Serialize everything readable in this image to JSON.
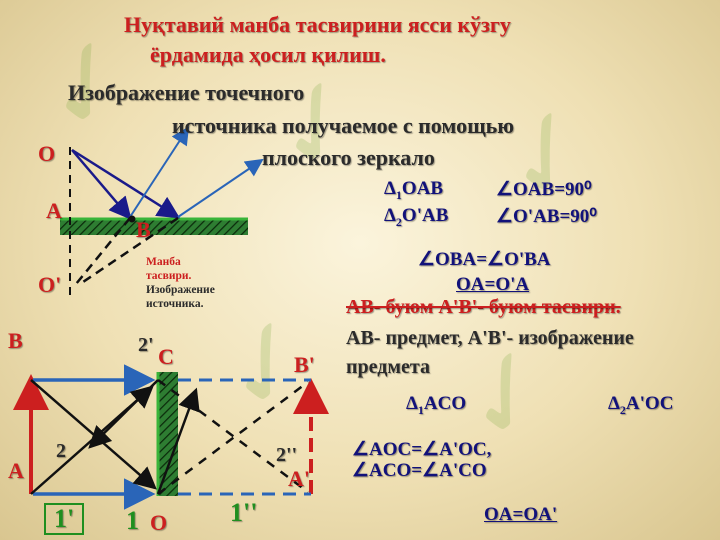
{
  "title": {
    "line1": "Нуқтавий манба тасвирини ясси кўзгу",
    "line2": "ёрдамида ҳосил қилиш."
  },
  "subtitle": {
    "line1": "Изображение  точечного",
    "line2": "источника  получаемое  с  помощью",
    "line3": "плоского  зеркало"
  },
  "top_diagram": {
    "label_o": "O",
    "label_a": "A",
    "label_b": "B",
    "label_o_prime": "O'",
    "note_line1": "Манба",
    "note_line2": "тасвири.",
    "note_line3": "Изображение",
    "note_line4": "источника."
  },
  "formulas": {
    "tri1_sub": "1",
    "tri1_name": "OAB",
    "angle1": "∠OAB=90⁰",
    "tri2_sub": "2",
    "tri2_name": "O'AB",
    "angle2": "∠O'AB=90⁰",
    "angle_eq": "∠OBA=∠O'BA",
    "oa_eq": "OA=O'A",
    "tri3_sub": "1",
    "tri3_name": "ACO",
    "tri4_sub": "2",
    "tri4_name": "A'OC",
    "angle_aoc": "∠AOC=∠A'OC,",
    "angle_aco": "∠ACO=∠A'CO",
    "oa_bottom": "OA=OA'"
  },
  "statements": {
    "uz": "AB- буюм  A'B'- буюм тасвири.",
    "ru_line1": "AB- предмет, A'B'- изображение",
    "ru_line2": "предмета"
  },
  "bottom_diagram": {
    "b": "B",
    "a": "A",
    "c": "C",
    "o": "O",
    "b_prime": "B'",
    "a_prime": "A'",
    "two": "2",
    "two_prime": "2'",
    "two_dprime": "2''",
    "one": "1",
    "one_prime": "1'",
    "one_dprime": "1''"
  },
  "colors": {
    "title": "#cc1f1f",
    "formula": "#12127a",
    "mirror": "#2e7d32",
    "ray": "#2a65b8"
  }
}
